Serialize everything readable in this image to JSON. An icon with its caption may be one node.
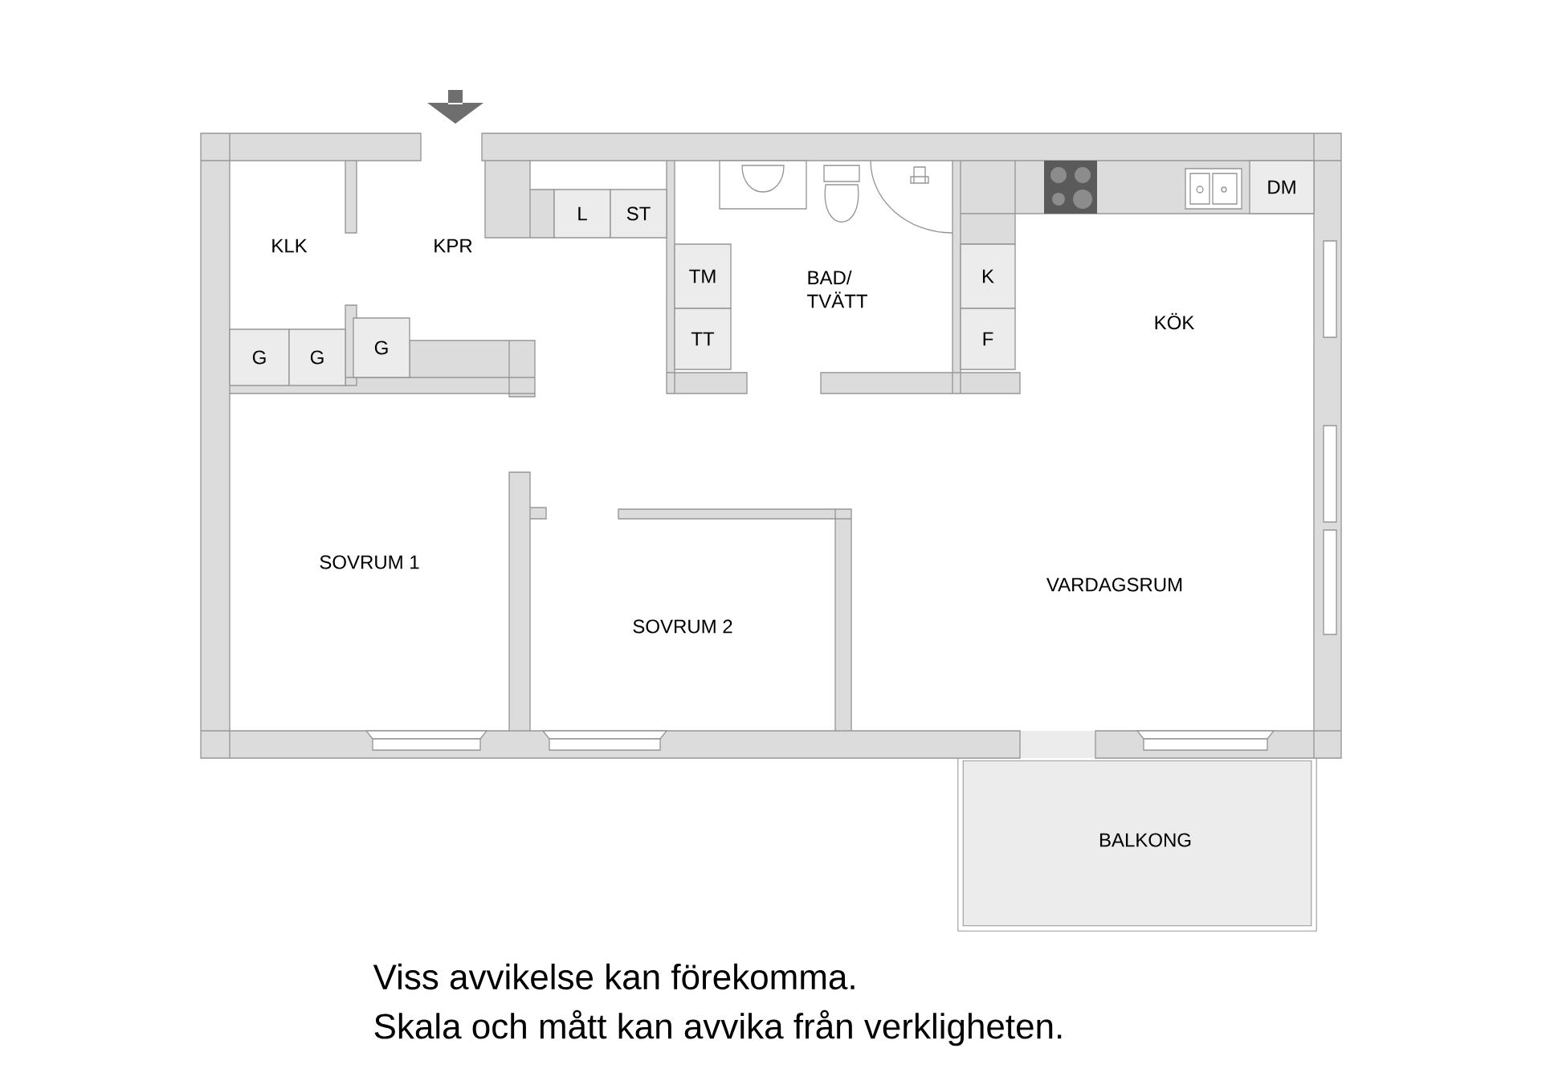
{
  "diagram": {
    "nodes": [
      {
        "text": [
          "L"
        ]
      },
      {
        "text": [
          "ST"
        ]
      },
      {
        "text": [
          "DM"
        ]
      },
      {
        "text": [
          "TM"
        ]
      },
      {
        "text": [
          "K"
        ]
      },
      {
        "text": [
          "TT"
        ]
      },
      {
        "text": [
          "F"
        ]
      },
      {
        "text": [
          "G"
        ]
      },
      {
        "text": [
          "G"
        ]
      },
      {
        "text": [
          "G"
        ]
      }
    ],
    "edges": [],
    "labels": [
      "KLK",
      "KPR",
      "BAD/ TVÄTT",
      "KÖK",
      "SOVRUM 1",
      "SOVRUM 2",
      "VARDAGSRUM",
      "BALKONG",
      "Viss avvikelse kan förekomma.",
      "Skala och mått kan avvika från verkligheten."
    ]
  }
}
